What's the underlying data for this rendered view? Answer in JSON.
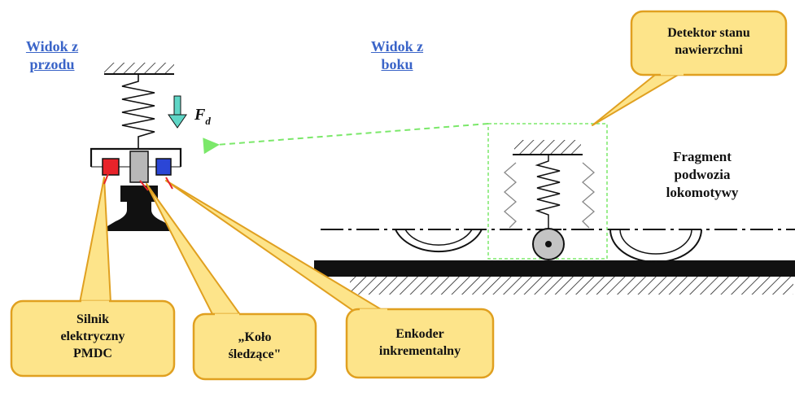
{
  "views": {
    "front": [
      "Widok z",
      "przodu"
    ],
    "side": [
      "Widok z",
      "boku"
    ]
  },
  "force_symbol": "F",
  "force_subscript": "d",
  "labels": {
    "chassis": [
      "Fragment",
      "podwozia",
      "lokomotywy"
    ]
  },
  "callouts": {
    "detector": [
      "Detektor stanu",
      "nawierzchni"
    ],
    "motor": [
      "Silnik",
      "elektryczny",
      "PMDC"
    ],
    "wheel": [
      "„Koło",
      "śledzące\""
    ],
    "encoder": [
      "Enkoder",
      "inkrementalny"
    ]
  },
  "colors": {
    "callout_fill": "#fde48a",
    "callout_stroke": "#e0a020",
    "motor": "#e8232a",
    "encoder": "#2b46d6",
    "arrow_green": "#7be86a",
    "force_arrow": "#5fd6c6",
    "link": "#3a64c8"
  }
}
